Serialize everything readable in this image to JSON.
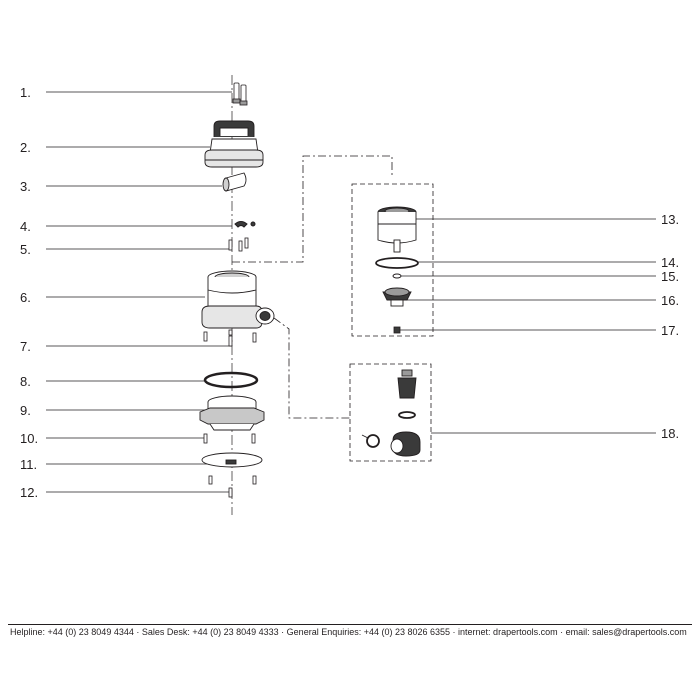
{
  "labels_left": [
    "1.",
    "2.",
    "3.",
    "4.",
    "5.",
    "6.",
    "7.",
    "8.",
    "9.",
    "10.",
    "11.",
    "12."
  ],
  "labels_right": [
    "13.",
    "14.",
    "15.",
    "16.",
    "17.",
    "18."
  ],
  "footer": {
    "text": "Helpline: +44 (0) 23 8049 4344 · Sales Desk: +44 (0) 23 8049 4333 · General Enquiries: +44 (0) 23 8026 6355 · internet: drapertools.com · email: sales@drapertools.com"
  },
  "colors": {
    "ink": "#231f20",
    "part_fill": "#ffffff",
    "part_shade": "#9a9a9a",
    "dark": "#3a3a3a"
  }
}
